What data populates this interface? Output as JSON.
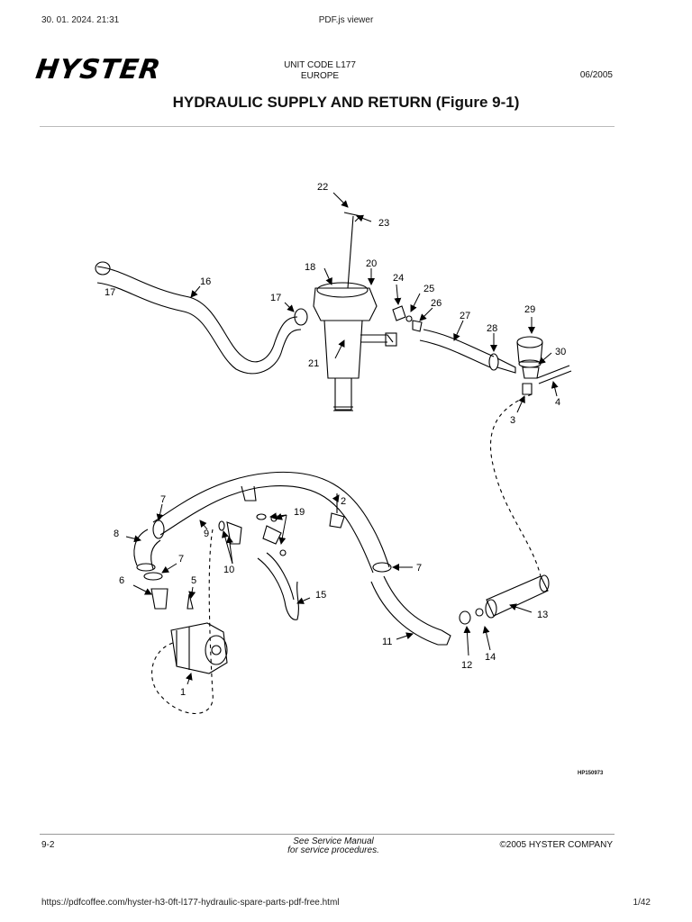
{
  "browser": {
    "timestamp": "30. 01. 2024. 21:31",
    "viewer_title": "PDF.js viewer",
    "url": "https://pdfcoffee.com/hyster-h3-0ft-l177-hydraulic-spare-parts-pdf-free.html",
    "page_counter": "1/42"
  },
  "header": {
    "brand": "HYSTER",
    "unit_code": "UNIT CODE L177",
    "region": "EUROPE",
    "date": "06/2005"
  },
  "title": "HYDRAULIC SUPPLY AND RETURN (Figure 9-1)",
  "figure": {
    "reference": "HP150973",
    "callouts": [
      "1",
      "2",
      "3",
      "4",
      "5",
      "6",
      "7",
      "7",
      "7",
      "8",
      "9",
      "10",
      "11",
      "12",
      "13",
      "14",
      "15",
      "16",
      "17",
      "17",
      "18",
      "19",
      "20",
      "21",
      "22",
      "23",
      "24",
      "25",
      "26",
      "27",
      "28",
      "29",
      "30"
    ]
  },
  "footer": {
    "page_number": "9-2",
    "note_line1": "See Service Manual",
    "note_line2": "for service procedures.",
    "copyright": "©2005 HYSTER COMPANY"
  }
}
